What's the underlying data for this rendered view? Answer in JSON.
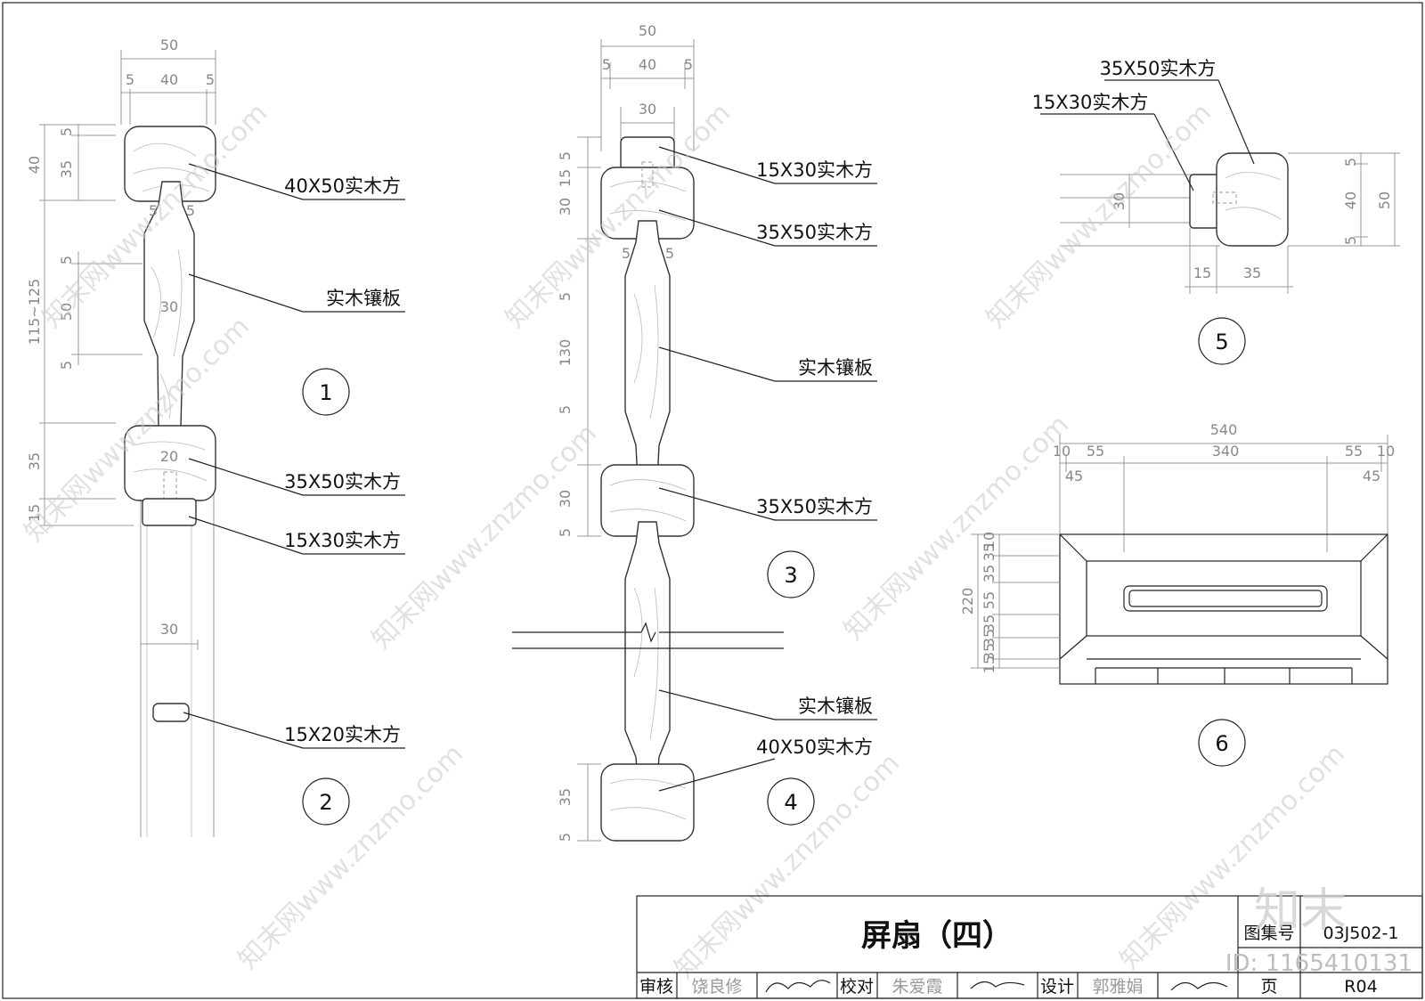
{
  "callouts": {
    "d1_top": "40X50实木方",
    "d1_panel": "实木镶板",
    "d1_mid": "35X50实木方",
    "d1_bottom": "15X30实木方",
    "d2_bar": "15X20实木方",
    "d3_top": "15X30实木方",
    "d3_rail": "35X50实木方",
    "d3_panel": "实木镶板",
    "d3_mid": "35X50实木方",
    "d4_panel": "实木镶板",
    "d4_bottom": "40X50实木方",
    "d5_a": "35X50实木方",
    "d5_b": "15X30实木方"
  },
  "detail_numbers": [
    "1",
    "2",
    "3",
    "4",
    "5",
    "6"
  ],
  "dims": {
    "d1": {
      "w50": "50",
      "w5a": "5",
      "w40": "40",
      "w5b": "5",
      "h40": "40",
      "h5": "5",
      "h35": "35",
      "range": "115~125",
      "v5a": "5",
      "v50": "50",
      "v5b": "5",
      "p5a": "5",
      "p5b": "5",
      "p30": "30",
      "m35": "35",
      "m15": "15",
      "m20": "20"
    },
    "d2": {
      "w30": "30"
    },
    "d3": {
      "w50": "50",
      "w5a": "5",
      "w40": "40",
      "w5b": "5",
      "w30": "30",
      "h5": "5",
      "h15": "15",
      "h30": "30",
      "p5a": "5",
      "p5b": "5",
      "v5": "5",
      "v130": "130",
      "v5b": "5",
      "m30": "30",
      "m5": "5"
    },
    "d4": {
      "h35": "35",
      "h5": "5"
    },
    "d5": {
      "h5a": "5",
      "h40": "40",
      "h5b": "5",
      "h50": "50",
      "h30": "30",
      "w15": "15",
      "w35": "35"
    },
    "d6": {
      "w540": "540",
      "w10a": "10",
      "w55a": "55",
      "w340": "340",
      "w55b": "55",
      "w10b": "10",
      "w45a": "45",
      "w45b": "45",
      "h220": "220",
      "h10": "10",
      "h35a": "35",
      "h35b": "35",
      "h55": "55",
      "h35c": "35",
      "h35d": "35",
      "h35e": "35",
      "h15": "15"
    }
  },
  "title_block": {
    "title": "屏扇（四）",
    "atlas_label": "图集号",
    "atlas_no": "03J502-1",
    "review_label": "审核",
    "review_name": "饶良修",
    "check_label": "校对",
    "check_name": "朱爱霞",
    "design_label": "设计",
    "design_name": "郭雅娟",
    "page_label": "页",
    "page_no": "R04"
  },
  "watermark": {
    "text": "知末网www.znzmo.com",
    "logo": "知末",
    "id": "ID: 1165410131"
  }
}
